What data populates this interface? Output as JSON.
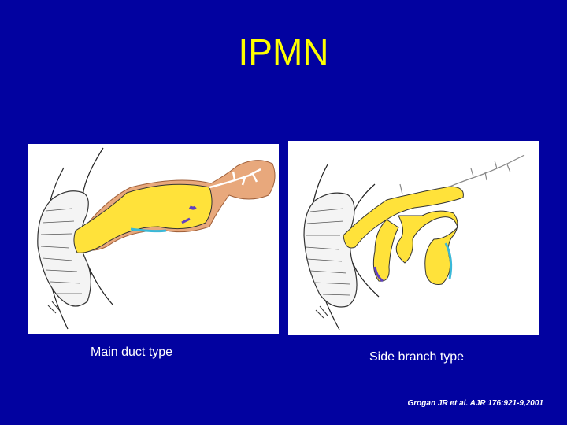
{
  "slide": {
    "title": "IPMN",
    "background_color": "#0202a0",
    "title_color": "#ffff00"
  },
  "figures": [
    {
      "caption": "Main duct type",
      "illustration": "main-duct-ipmn-illustration"
    },
    {
      "caption": "Side branch type",
      "illustration": "side-branch-ipmn-illustration"
    }
  ],
  "citation": "Grogan JR et al. AJR 176:921-9,2001"
}
